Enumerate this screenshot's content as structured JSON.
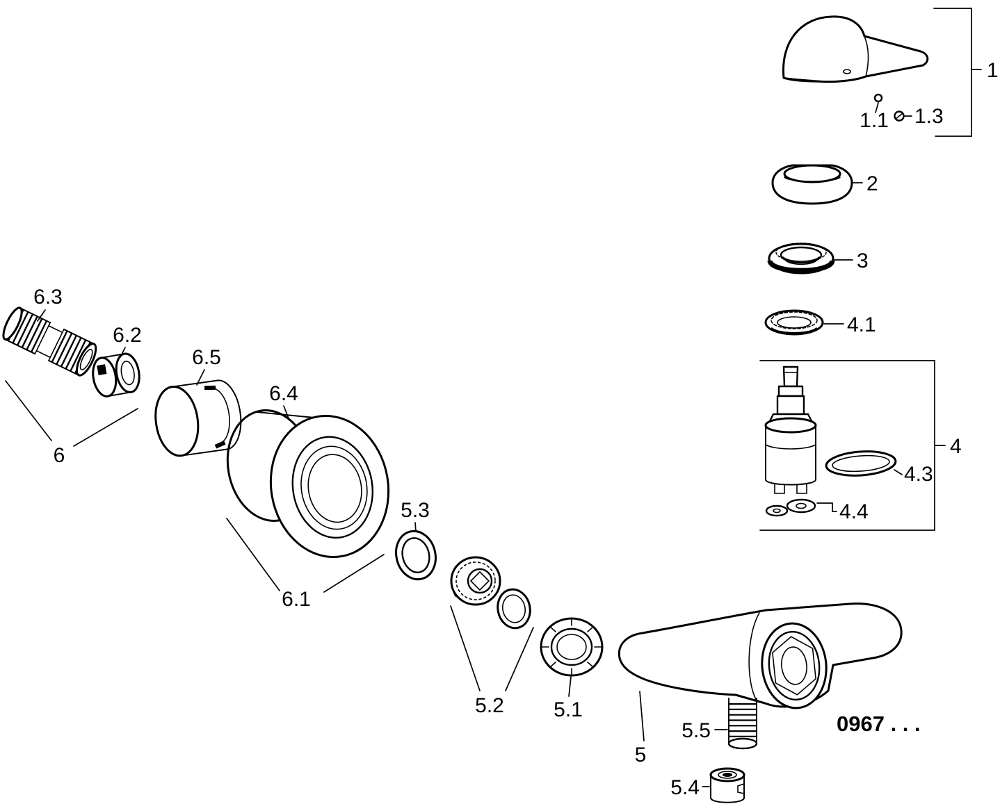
{
  "figure": {
    "type": "exploded-parts-diagram",
    "product_code": "0967 . . .",
    "callouts": {
      "c1": "1",
      "c1_1": "1.1",
      "c1_3": "1.3",
      "c2": "2",
      "c3": "3",
      "c4": "4",
      "c4_1": "4.1",
      "c4_3": "4.3",
      "c4_4": "4.4",
      "c5": "5",
      "c5_1": "5.1",
      "c5_2": "5.2",
      "c5_3": "5.3",
      "c5_4": "5.4",
      "c5_5": "5.5",
      "c6": "6",
      "c6_1": "6.1",
      "c6_2": "6.2",
      "c6_3": "6.3",
      "c6_4": "6.4",
      "c6_5": "6.5"
    }
  }
}
